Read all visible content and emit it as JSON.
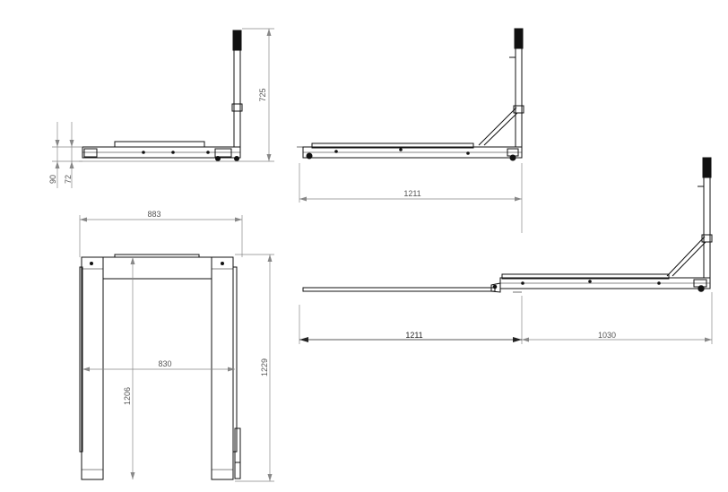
{
  "dimensions": {
    "left_height": "725",
    "small_90": "90",
    "small_72": "72",
    "side_length": "1211",
    "overall_width": "883",
    "inner_width": "830",
    "overall_depth": "1229",
    "inner_depth": "1206",
    "extended_length": "1211",
    "extension": "1030"
  }
}
